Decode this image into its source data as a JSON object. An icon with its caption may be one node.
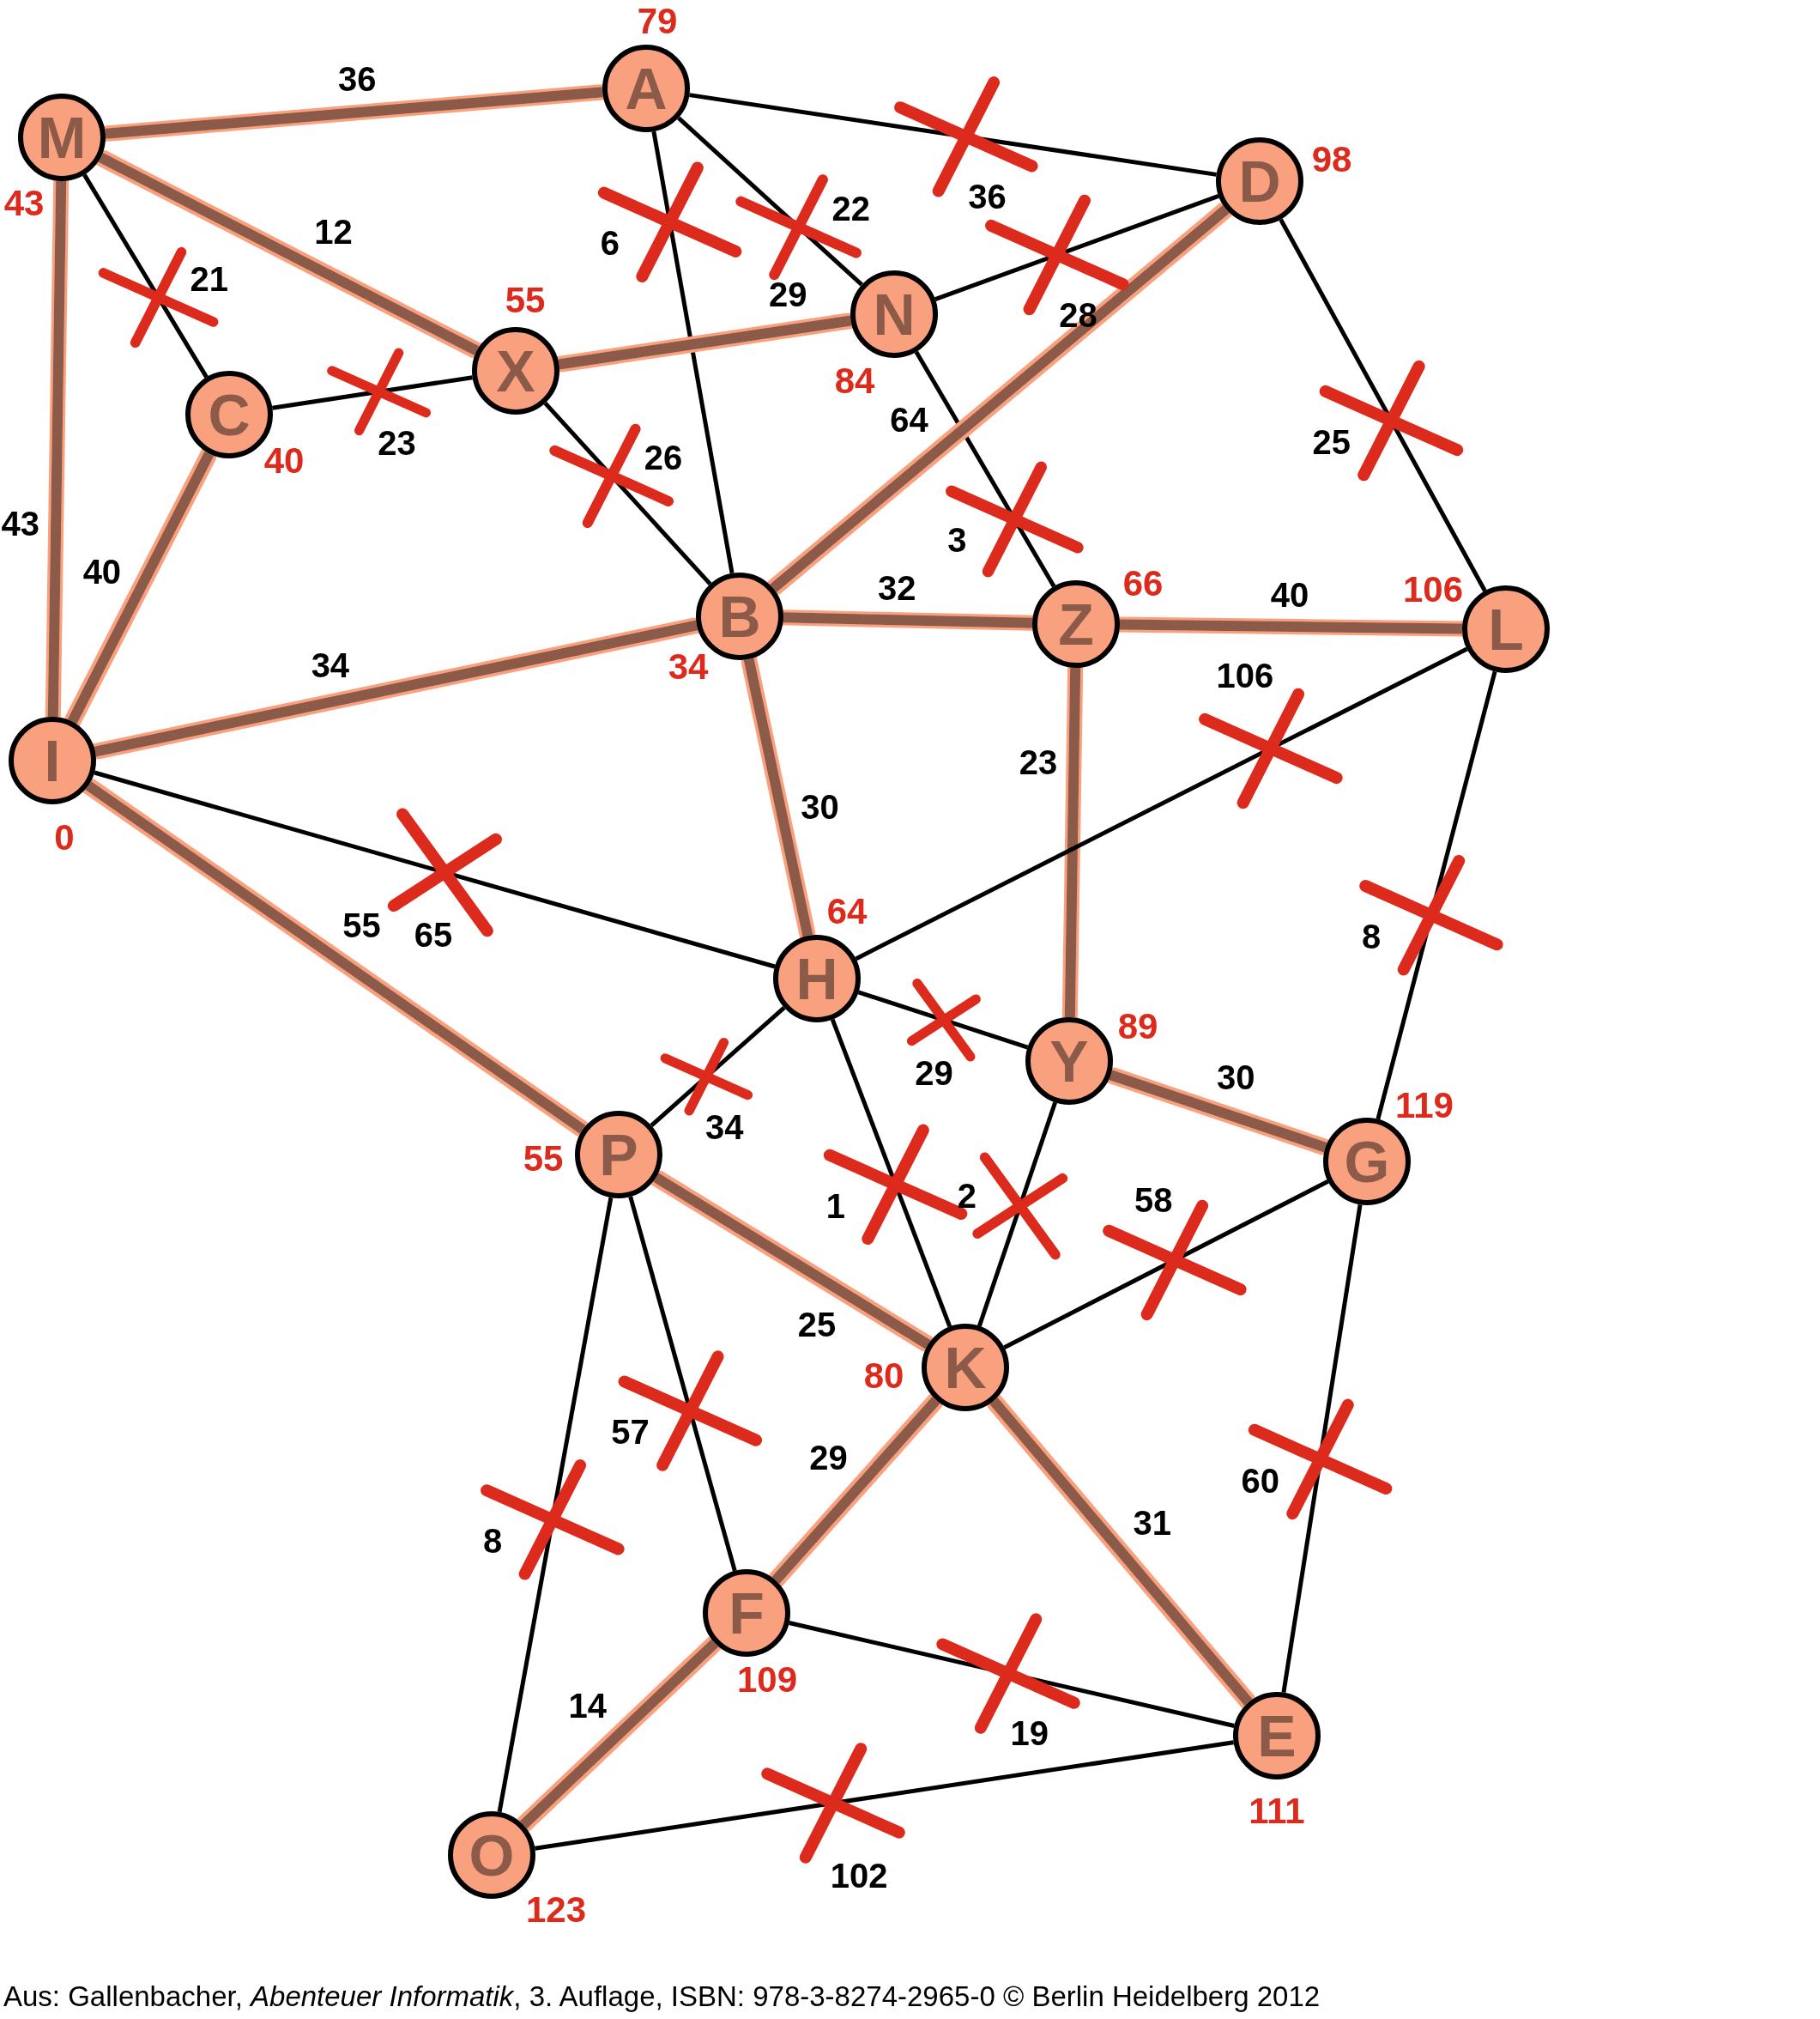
{
  "diagram": {
    "caption": "Aus: Gallenbacher, *Abenteuer Informatik*, 3. Auflage, ISBN: 978-3-8274-2965-0 © Berlin Heidelberg 2012",
    "nodes": [
      {
        "text": [
          "M"
        ],
        "beside": [
          "43"
        ]
      },
      {
        "text": [
          "A"
        ],
        "beside": [
          "79"
        ]
      },
      {
        "text": [
          "D"
        ],
        "beside": [
          "98"
        ]
      },
      {
        "text": [
          "C"
        ],
        "beside": [
          "40"
        ]
      },
      {
        "text": [
          "X"
        ],
        "beside": [
          "55"
        ]
      },
      {
        "text": [
          "N"
        ],
        "beside": [
          "84"
        ]
      },
      {
        "text": [
          "B"
        ],
        "beside": [
          "34"
        ]
      },
      {
        "text": [
          "Z"
        ],
        "beside": [
          "66"
        ]
      },
      {
        "text": [
          "L"
        ],
        "beside": [
          "106"
        ]
      },
      {
        "text": [
          "I"
        ],
        "beside": [
          "0"
        ]
      },
      {
        "text": [
          "H"
        ],
        "beside": [
          "64"
        ]
      },
      {
        "text": [
          "Y"
        ],
        "beside": [
          "89"
        ]
      },
      {
        "text": [
          "P"
        ],
        "beside": [
          "55"
        ]
      },
      {
        "text": [
          "G"
        ],
        "beside": [
          "119"
        ]
      },
      {
        "text": [
          "K"
        ],
        "beside": [
          "80"
        ]
      },
      {
        "text": [
          "F"
        ],
        "beside": [
          "109"
        ]
      },
      {
        "text": [
          "E"
        ],
        "beside": [
          "111"
        ]
      },
      {
        "text": [
          "O"
        ],
        "beside": [
          "123"
        ]
      }
    ],
    "edges": [
      {
        "from": 0,
        "to": 1,
        "arrow": "none",
        "label": "36",
        "style": "thick",
        "color": "#8b5a48"
      },
      {
        "from": 1,
        "to": 2,
        "arrow": "none",
        "label": "36"
      },
      {
        "from": 1,
        "to": 5,
        "arrow": "none",
        "label": "22"
      },
      {
        "from": 1,
        "to": 6,
        "arrow": "none",
        "label": "6"
      },
      {
        "from": 0,
        "to": 4,
        "arrow": "none",
        "label": "12",
        "style": "thick",
        "color": "#8b5a48"
      },
      {
        "from": 0,
        "to": 3,
        "arrow": "none",
        "label": "21"
      },
      {
        "from": 0,
        "to": 9,
        "arrow": "none",
        "label": "43",
        "style": "thick",
        "color": "#8b5a48"
      },
      {
        "from": 3,
        "to": 4,
        "arrow": "none",
        "label": "23"
      },
      {
        "from": 3,
        "to": 9,
        "arrow": "none",
        "label": "40",
        "style": "thick",
        "color": "#8b5a48"
      },
      {
        "from": 4,
        "to": 5,
        "arrow": "none",
        "label": "29",
        "style": "thick",
        "color": "#8b5a48"
      },
      {
        "from": 4,
        "to": 6,
        "arrow": "none",
        "label": "26"
      },
      {
        "from": 5,
        "to": 2,
        "arrow": "none",
        "label": "28"
      },
      {
        "from": 5,
        "to": 7,
        "arrow": "none",
        "label": "3"
      },
      {
        "from": 2,
        "to": 6,
        "arrow": "none",
        "label": "64",
        "style": "thick",
        "color": "#8b5a48"
      },
      {
        "from": 2,
        "to": 8,
        "arrow": "none",
        "label": "25"
      },
      {
        "from": 6,
        "to": 7,
        "arrow": "none",
        "label": "32",
        "style": "thick",
        "color": "#8b5a48"
      },
      {
        "from": 7,
        "to": 8,
        "arrow": "none",
        "label": "40",
        "style": "thick",
        "color": "#8b5a48"
      },
      {
        "from": 9,
        "to": 6,
        "arrow": "none",
        "label": "34",
        "style": "thick",
        "color": "#8b5a48"
      },
      {
        "from": 9,
        "to": 10,
        "arrow": "none",
        "label": "65"
      },
      {
        "from": 9,
        "to": 12,
        "arrow": "none",
        "label": "55",
        "style": "thick",
        "color": "#8b5a48"
      },
      {
        "from": 6,
        "to": 10,
        "arrow": "none",
        "label": "30",
        "style": "thick",
        "color": "#8b5a48"
      },
      {
        "from": 7,
        "to": 11,
        "arrow": "none",
        "label": "23",
        "style": "thick",
        "color": "#8b5a48"
      },
      {
        "from": 10,
        "to": 8,
        "arrow": "none",
        "label": "106"
      },
      {
        "from": 8,
        "to": 13,
        "arrow": "none",
        "label": "8"
      },
      {
        "from": 10,
        "to": 11,
        "arrow": "none",
        "label": "29"
      },
      {
        "from": 10,
        "to": 12,
        "arrow": "none",
        "label": "34"
      },
      {
        "from": 10,
        "to": 14,
        "arrow": "none",
        "label": "1"
      },
      {
        "from": 11,
        "to": 13,
        "arrow": "none",
        "label": "30",
        "style": "thick",
        "color": "#8b5a48"
      },
      {
        "from": 11,
        "to": 14,
        "arrow": "none",
        "label": "2"
      },
      {
        "from": 14,
        "to": 13,
        "arrow": "none",
        "label": "58"
      },
      {
        "from": 12,
        "to": 14,
        "arrow": "none",
        "label": "25",
        "style": "thick",
        "color": "#8b5a48"
      },
      {
        "from": 12,
        "to": 15,
        "arrow": "none",
        "label": "57"
      },
      {
        "from": 12,
        "to": 17,
        "arrow": "none",
        "label": "8"
      },
      {
        "from": 14,
        "to": 15,
        "arrow": "none",
        "label": "29",
        "style": "thick",
        "color": "#8b5a48"
      },
      {
        "from": 14,
        "to": 16,
        "arrow": "none",
        "label": "31",
        "style": "thick",
        "color": "#8b5a48"
      },
      {
        "from": 13,
        "to": 16,
        "arrow": "none",
        "label": "60"
      },
      {
        "from": 15,
        "to": 16,
        "arrow": "none",
        "label": "19"
      },
      {
        "from": 15,
        "to": 17,
        "arrow": "none",
        "label": "14",
        "style": "thick",
        "color": "#8b5a48"
      },
      {
        "from": 17,
        "to": 16,
        "arrow": "none",
        "label": "102"
      }
    ]
  }
}
